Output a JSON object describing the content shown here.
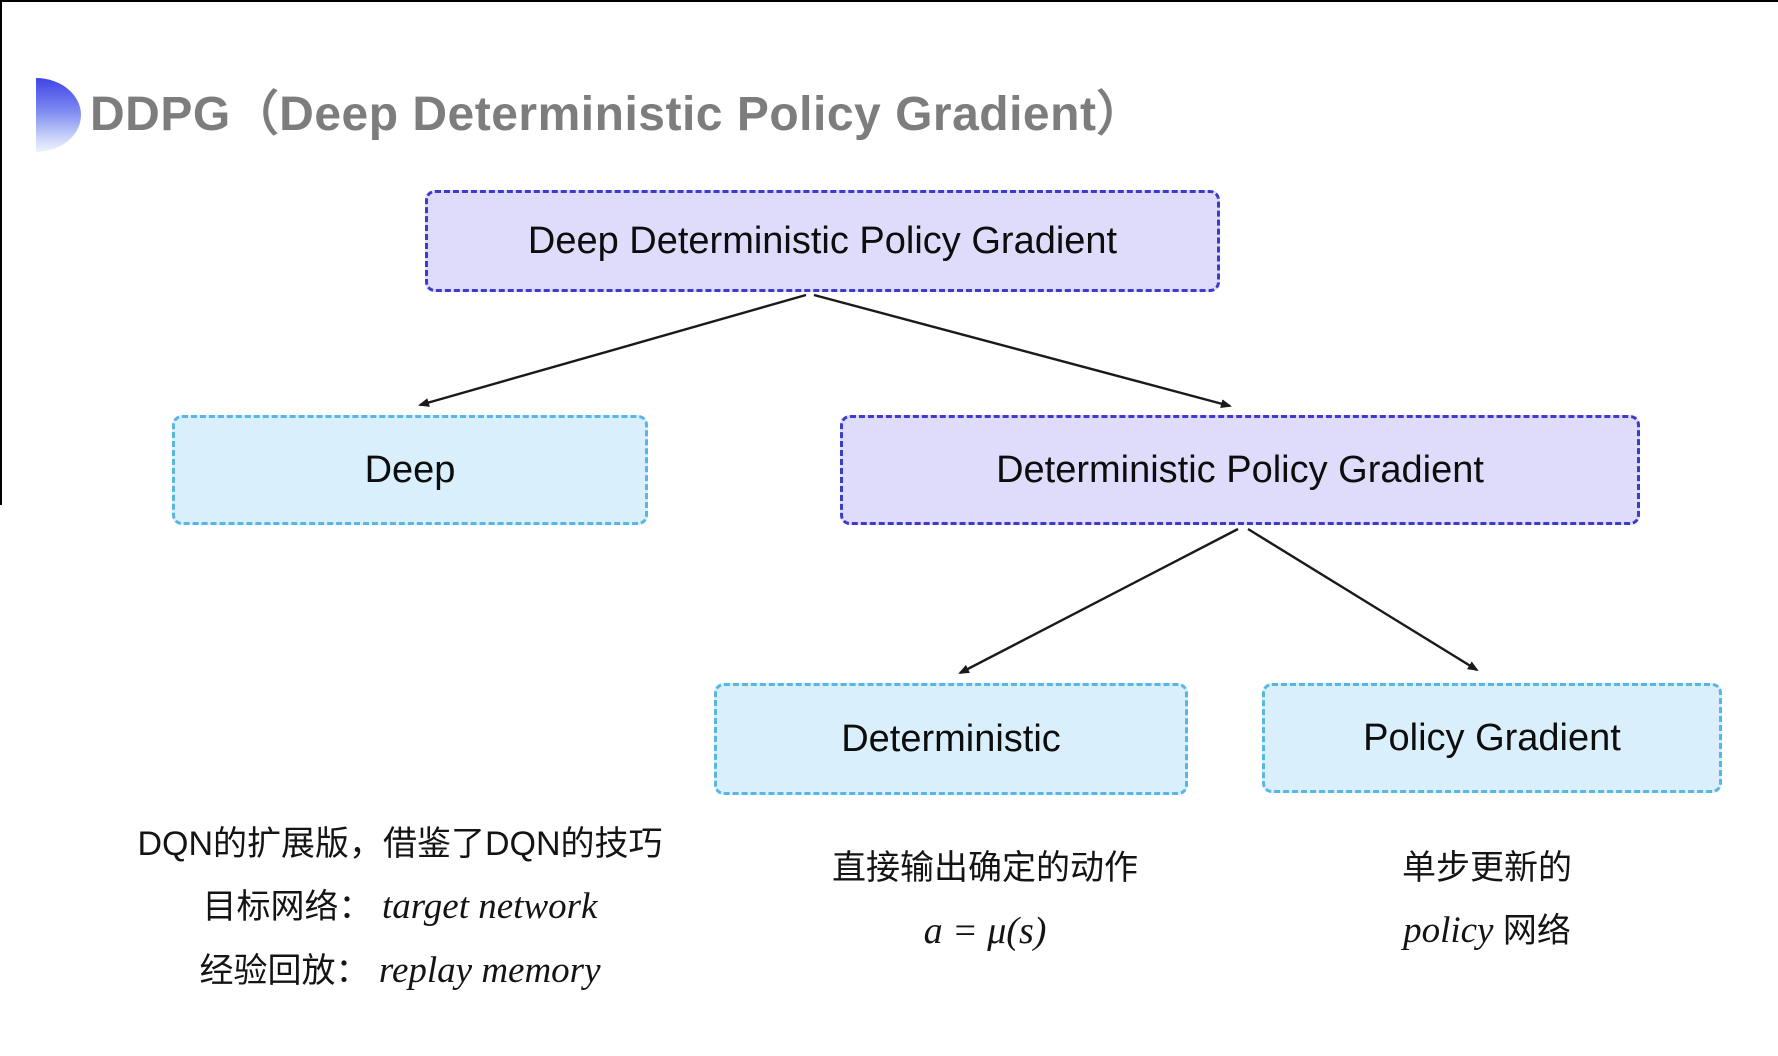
{
  "slide": {
    "title": "DDPG（Deep Deterministic Policy Gradient）"
  },
  "tree": {
    "nodes": [
      {
        "id": "ddpg",
        "label": "Deep Deterministic Policy Gradient",
        "style": "purple"
      },
      {
        "id": "deep",
        "label": "Deep",
        "style": "blue"
      },
      {
        "id": "dpg",
        "label": "Deterministic Policy Gradient",
        "style": "purple"
      },
      {
        "id": "deterministic",
        "label": "Deterministic",
        "style": "blue"
      },
      {
        "id": "policy-gradient",
        "label": "Policy Gradient",
        "style": "blue"
      }
    ]
  },
  "annotations": {
    "deep_notes": {
      "line1": "DQN的扩展版，借鉴了DQN的技巧",
      "line2_zh": "目标网络：",
      "line2_en": "target network",
      "line3_zh": "经验回放：",
      "line3_en": "replay memory"
    },
    "deterministic_notes": {
      "line1": "直接输出确定的动作",
      "formula": "a = μ(s)"
    },
    "policy_gradient_notes": {
      "line1": "单步更新的",
      "line2_en": "policy",
      "line2_zh": " 网络"
    }
  },
  "colors": {
    "purple_fill": "#dedcfa",
    "purple_border": "#3e3acb",
    "blue_fill": "#d9effb",
    "blue_border": "#58b6e2",
    "title_gray": "#7d7d7d",
    "arrow": "#1a1a1a",
    "bullet_gradient_top": "#4144e8",
    "bullet_gradient_bottom": "#f0f4fe"
  }
}
